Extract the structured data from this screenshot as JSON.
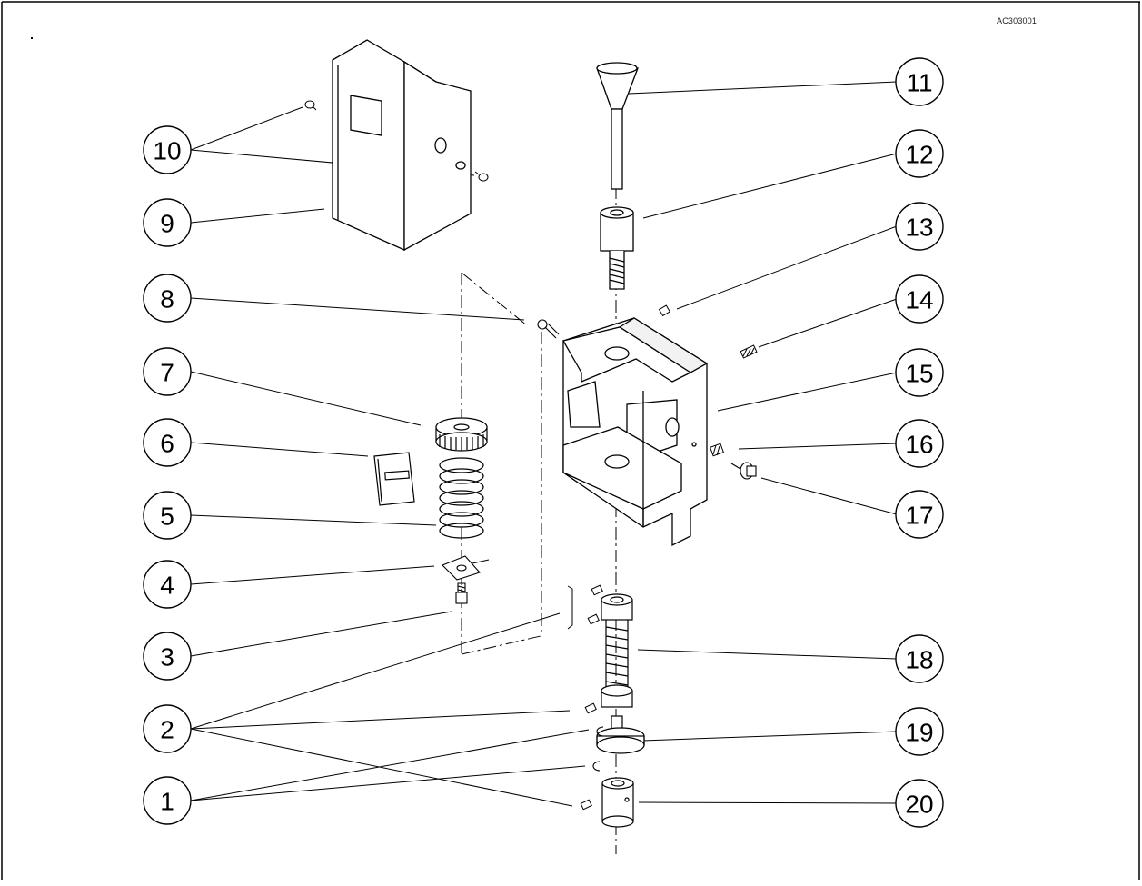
{
  "figure_ref": "AC303001",
  "callouts": {
    "c1": "1",
    "c2": "2",
    "c3": "3",
    "c4": "4",
    "c5": "5",
    "c6": "6",
    "c7": "7",
    "c8": "8",
    "c9": "9",
    "c10": "10",
    "c11": "11",
    "c12": "12",
    "c13": "13",
    "c14": "14",
    "c15": "15",
    "c16": "16",
    "c17": "17",
    "c18": "18",
    "c19": "19",
    "c20": "20"
  },
  "colors": {
    "line": "#000000",
    "background": "#ffffff",
    "shade": "#d9d9d9"
  }
}
